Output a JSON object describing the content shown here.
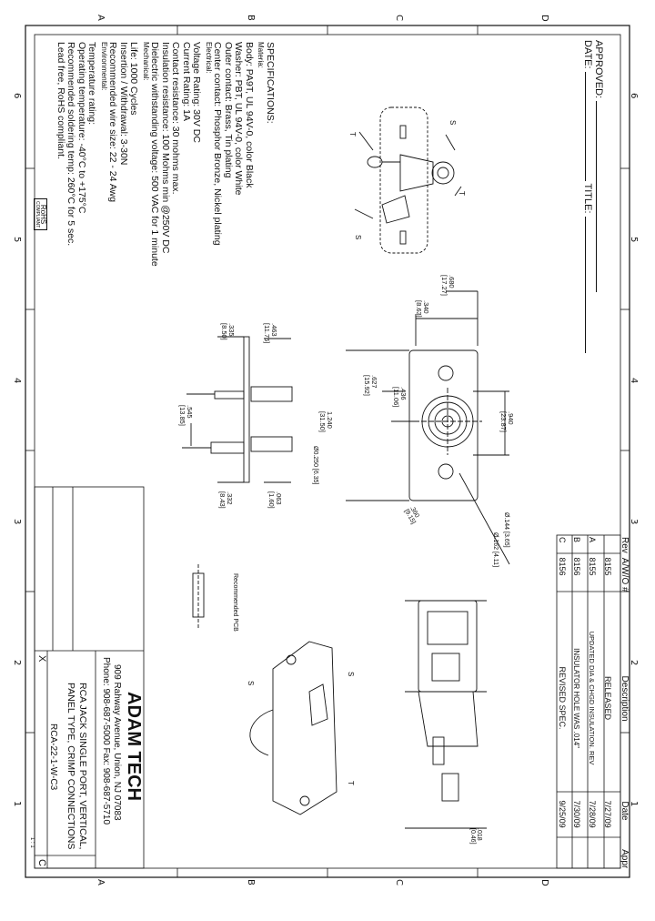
{
  "border": {
    "zones_top": [
      "D",
      "C",
      "B",
      "A"
    ],
    "zones_bottom": [
      "D",
      "C",
      "B",
      "A"
    ],
    "zones_left": [
      "6",
      "5",
      "4",
      "3",
      "2",
      "1"
    ],
    "zones_right": [
      "6",
      "5",
      "4",
      "3",
      "2",
      "1"
    ]
  },
  "approval": {
    "approved_label": "APPROVED:",
    "date_label": "DATE:",
    "title_label": "TITLE:"
  },
  "specifications": {
    "heading": "SPECIFICATIONS:",
    "lines": [
      "Materia:",
      "Body: PA9T, UL 94V-0, color Black",
      "Washer: PBT, UL 94V-0, color White",
      "Outer contact: Brass, Tin plating",
      "Center contact: Phosphor Bronze, Nickel plating",
      "Electrical:",
      "Voltage Rating: 30V DC",
      "Current Rating: 1A",
      "Contact resistance: 30 mohms max.",
      "Insulation resistance: 100 Mohms min @250V DC",
      "Dielectric withstanding voltage: 500 VAC for 1 minute",
      "Mechanical:",
      "Life: 1000 Cycles",
      "Insertion / Withdrawal: 3-30N",
      "Recommended wire size: 22 - 24 Awg",
      "Environmental:",
      "Temperature rating:",
      "Operating temperature: -40°C to +175°C",
      "Recommended soldering temp: 260°C for 5 sec.",
      "Lead free, RoHS compliant."
    ],
    "rohs_badge": "RoHS",
    "rohs_sub": "COMPLIANT"
  },
  "revision_table": {
    "headers": [
      "Rev",
      "A/W/O #",
      "Description",
      "Date",
      "Appr"
    ],
    "rows": [
      {
        "rev": "",
        "awo": "8155",
        "desc": "RELEASED",
        "date": "7/27/09",
        "appr": ""
      },
      {
        "rev": "A",
        "awo": "8155",
        "desc": "UPDATED DIA & CHGD INSULATION. REV",
        "date": "7/28/09",
        "appr": ""
      },
      {
        "rev": "B",
        "awo": "8156",
        "desc": "INSULATOR HOLE WAS .014\"",
        "date": "7/30/09",
        "appr": ""
      },
      {
        "rev": "C",
        "awo": "8156",
        "desc": "REVISED SPEC.",
        "date": "9/25/09",
        "appr": ""
      }
    ]
  },
  "title_block": {
    "company": "ADAM TECH",
    "address": "909 Rahway Avenue, Union, NJ 07083",
    "phone": "Phone: 908-687-5000 Fax: 908-687-5710",
    "title_line1": "RCA JACK SINGLE PORT, VERTICAL,",
    "title_line2": "PANEL TYPE, CRIMP CONNECTIONS",
    "part_number": "RCA-22-1-W-C3",
    "rev_letter": "C",
    "x_mark": "X",
    "sheet_small": "1 : 1"
  },
  "dimensions": {
    "d_680": ".680",
    "d_680_mm": "[17.27]",
    "d_340": ".340",
    "d_340_mm": "[8.63]",
    "d_335": ".335",
    "d_335_mm": "[8.50]",
    "d_463": ".463",
    "d_463_mm": "[11.76]",
    "d_627": ".627",
    "d_627_mm": "[15.92]",
    "d_436": ".436",
    "d_436_mm": "[11.06]",
    "d_1240": "1.240",
    "d_1240_mm": "[31.50]",
    "d_940": ".940",
    "d_940_mm": "[23.87]",
    "d_545": ".545",
    "d_545_mm": "[13.85]",
    "d_332": ".332",
    "d_332_mm": "[8.43]",
    "d_063": ".063",
    "d_063_mm": "[1.60]",
    "d_panel": "Ø0.250 [6.35]",
    "d_hole1": "Ø.144 [3.65]",
    "d_hole2": "Ø.162 [4.11]",
    "d_018": ".018",
    "d_018_mm": "[0.46]",
    "d_ang": ".360",
    "d_ang_mm": "[9.15]",
    "recommended": "Recommended PCB"
  },
  "callouts": {
    "s": "S",
    "t": "T"
  }
}
